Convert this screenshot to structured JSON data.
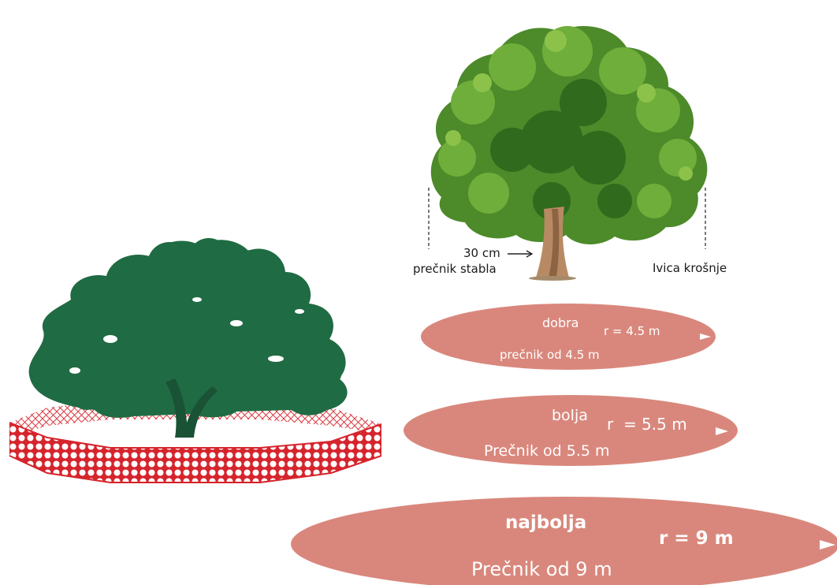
{
  "colors": {
    "fence_red": "#d6242c",
    "left_tree_green": "#1f6b43",
    "ellipse_fill": "#d9877c",
    "tree_green": "#5f9a35",
    "trunk": "#b88a63"
  },
  "labels": {
    "trunk_size": "30 cm",
    "trunk_caption": "prečnik stabla",
    "canopy_edge": "Ivica krošnje"
  },
  "zones": [
    {
      "grade": "dobra",
      "radius": "r = 4.5 m",
      "diameter": "prečnik od 4.5 m"
    },
    {
      "grade": "bolja",
      "radius": "r  = 5.5 m",
      "diameter": "Prečnik od 5.5 m"
    },
    {
      "grade": "najbolja",
      "radius": "r = 9 m",
      "diameter": "Prečnik od 9 m"
    }
  ]
}
